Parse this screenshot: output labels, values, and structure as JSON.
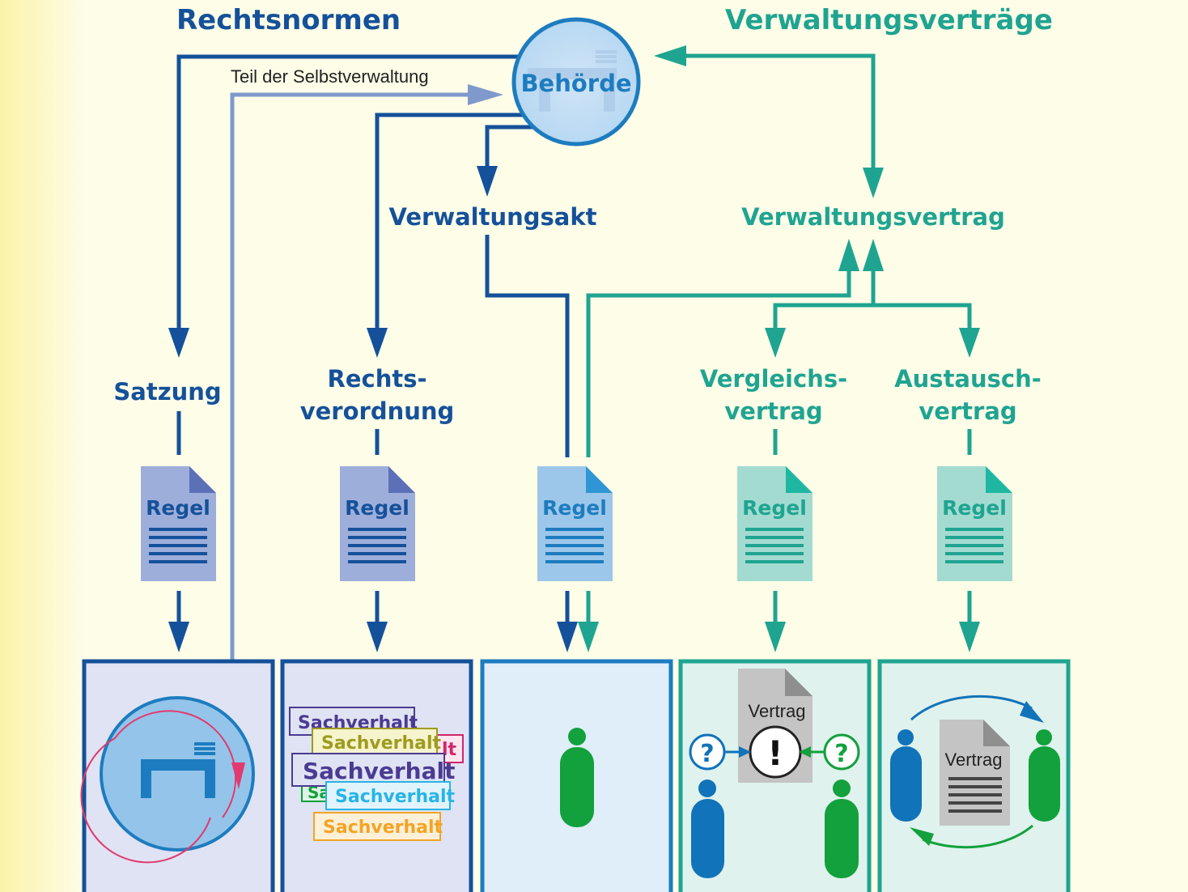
{
  "headers": {
    "left": "Rechtsnormen",
    "right": "Verwaltungsverträge"
  },
  "authority": "Behörde",
  "feedback_note": "Teil der Selbstverwaltung",
  "nodes": {
    "satzung": "Satzung",
    "rechtsverordnung_line1": "Rechts-",
    "rechtsverordnung_line2": "verordnung",
    "verwaltungsakt": "Verwaltungsakt",
    "verwaltungsvertrag": "Verwaltungsvertrag",
    "vergleichsvertrag_line1": "Vergleichs-",
    "vergleichsvertrag_line2": "vertrag",
    "austauschvertrag_line1": "Austausch-",
    "austauschvertrag_line2": "vertrag"
  },
  "rule_doc_label": "Regel",
  "contract_doc_label": "Vertrag",
  "sachverhalt_label": "Sachverhalt",
  "sachverhalt_fragment": "lt",
  "sachverhalt_fragment2": "Sa",
  "question_mark": "?",
  "exclamation_mark": "!",
  "colors": {
    "norm_blue": "#15519a",
    "light_blue": "#8099cc",
    "mid_blue": "#1d7cbf",
    "teal": "#1fa491",
    "green": "#12a13c",
    "person_blue": "#1173b9"
  }
}
